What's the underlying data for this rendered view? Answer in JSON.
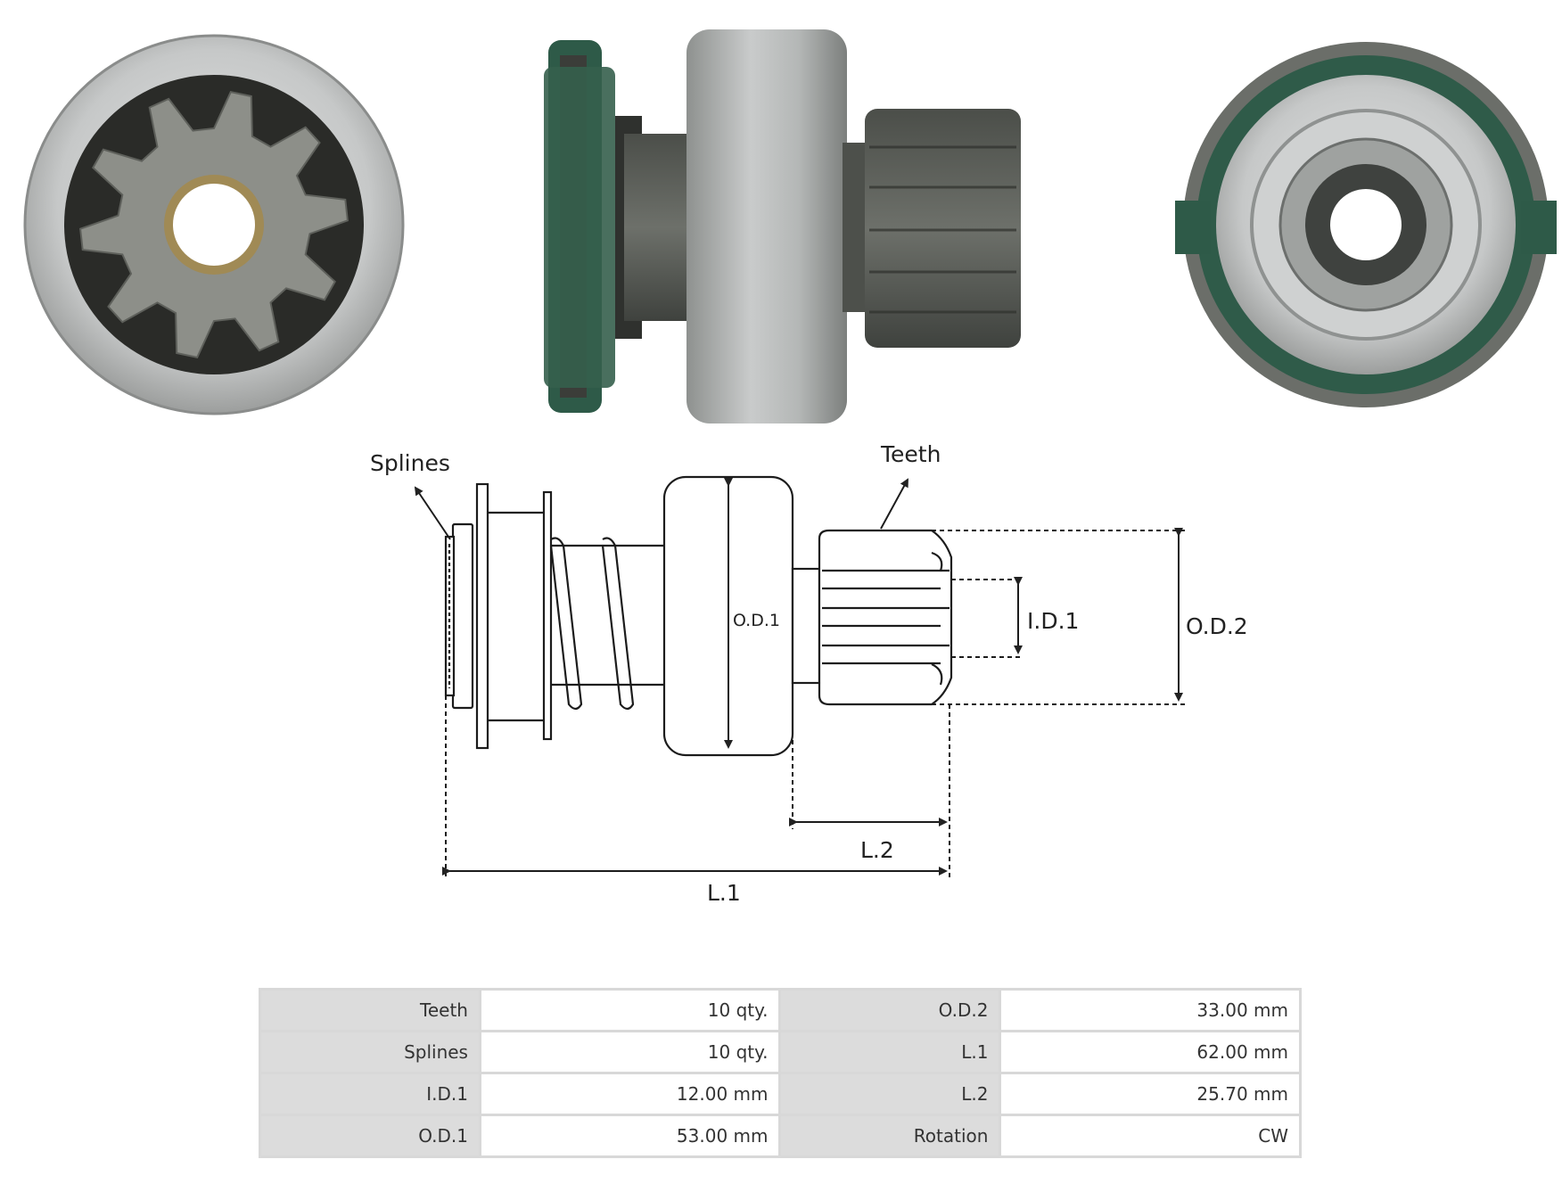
{
  "diagram": {
    "labels": {
      "splines": "Splines",
      "teeth": "Teeth",
      "od1": "O.D.1",
      "id1": "I.D.1",
      "od2": "O.D.2",
      "l2": "L.2",
      "l1": "L.1"
    }
  },
  "colors": {
    "metal_light": "#c8cacb",
    "metal_dark": "#5a5d58",
    "gear_steel": "#8b8d87",
    "green_ring": "#2e5a48"
  },
  "specs": {
    "rows": [
      {
        "k1": "Teeth",
        "v1": "10 qty.",
        "k2": "O.D.2",
        "v2": "33.00 mm"
      },
      {
        "k1": "Splines",
        "v1": "10 qty.",
        "k2": "L.1",
        "v2": "62.00 mm"
      },
      {
        "k1": "I.D.1",
        "v1": "12.00 mm",
        "k2": "L.2",
        "v2": "25.70 mm"
      },
      {
        "k1": "O.D.1",
        "v1": "53.00 mm",
        "k2": "Rotation",
        "v2": "CW"
      }
    ]
  }
}
